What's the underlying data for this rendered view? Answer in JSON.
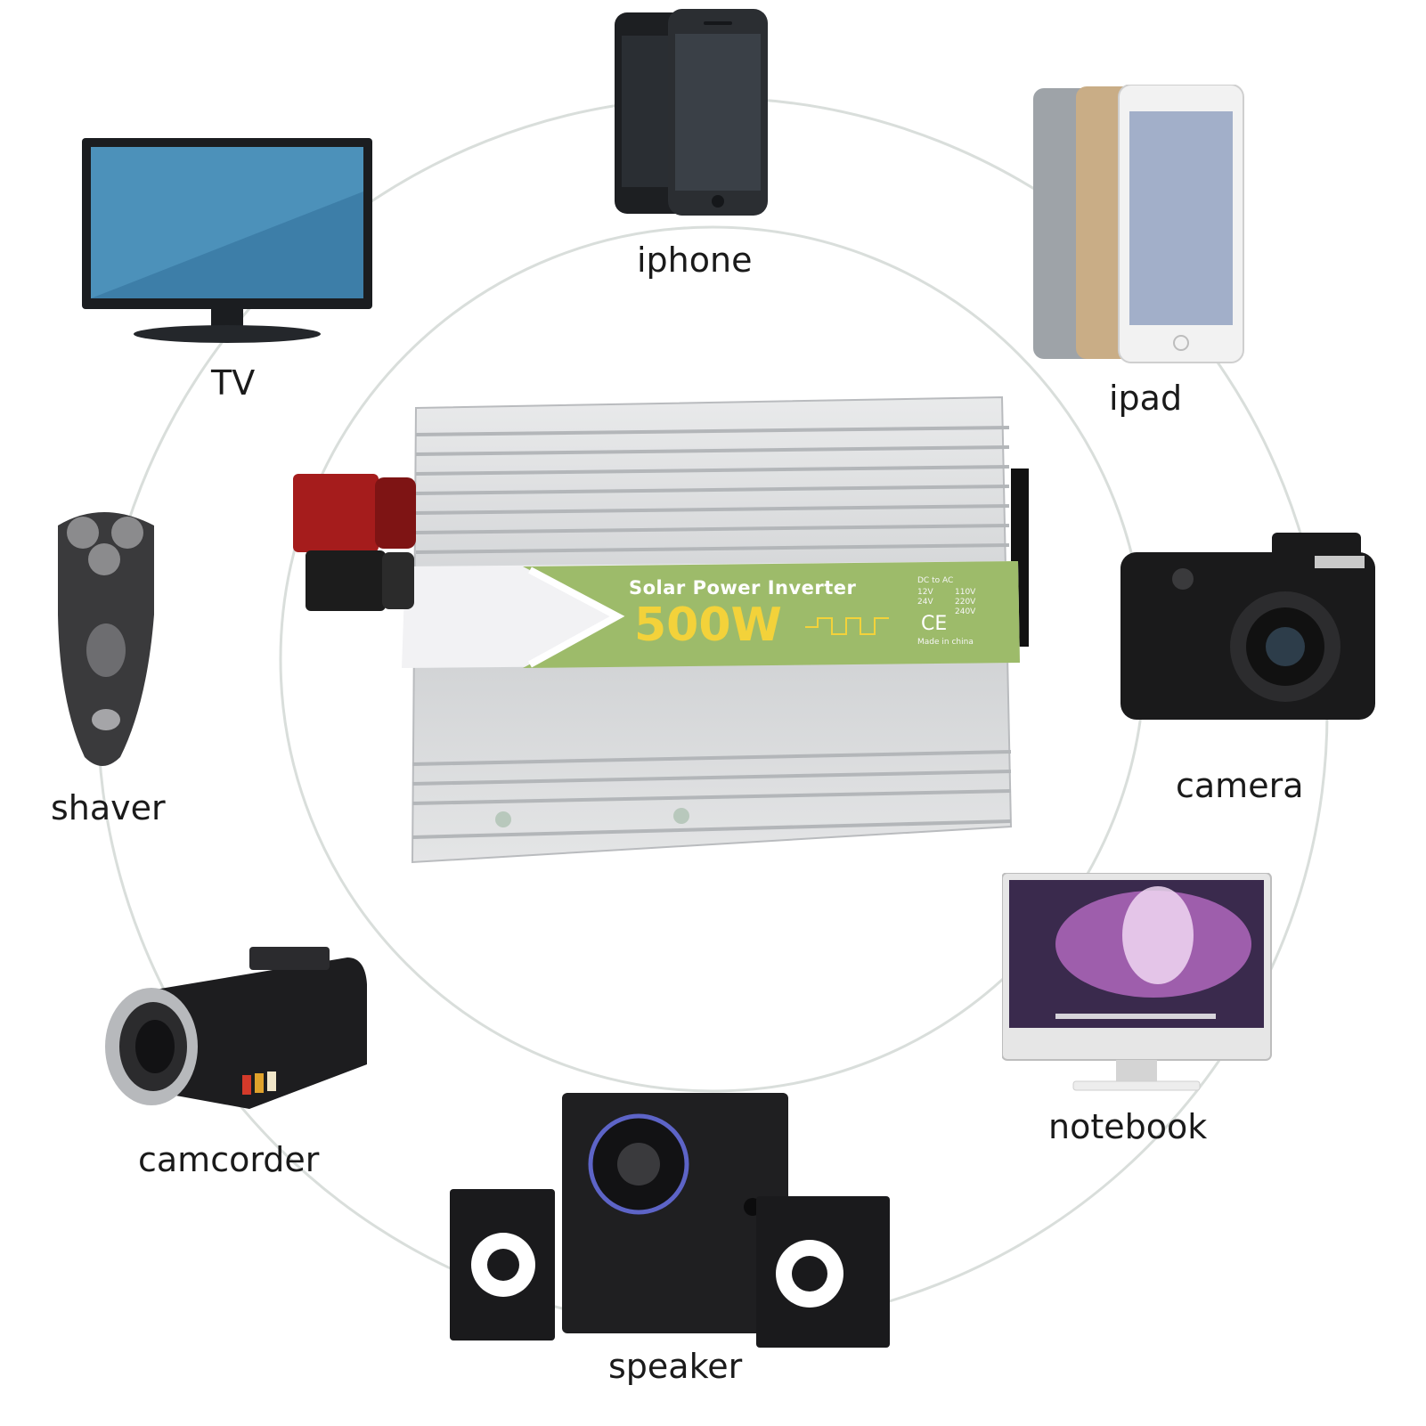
{
  "product": {
    "label_title": "Solar Power Inverter",
    "wattage": "500W",
    "spec_header": "DC to AC",
    "dc_options": [
      "12V",
      "24V"
    ],
    "ac_options": [
      "110V",
      "220V",
      "240V"
    ],
    "ce_mark": "CE",
    "origin": "Made in china"
  },
  "devices": {
    "iphone": "iphone",
    "ipad": "ipad",
    "tv": "TV",
    "shaver": "shaver",
    "camera": "camera",
    "camcorder": "camcorder",
    "notebook": "notebook",
    "speaker": "speaker"
  },
  "colors": {
    "label_green": "#9dbb6a",
    "label_yellow": "#f3d23a",
    "terminal_red": "#a51c1c",
    "terminal_black": "#1c1c1c",
    "ring": "#d9dedb"
  }
}
